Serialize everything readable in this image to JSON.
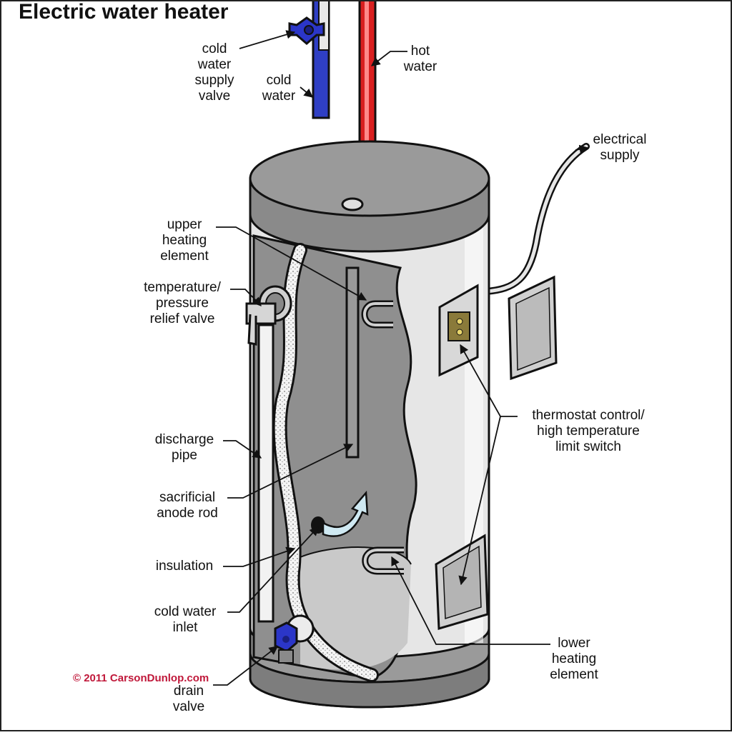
{
  "title": "Electric water heater",
  "copyright": "© 2011 CarsonDunlop.com",
  "labels": {
    "cold_water_supply_valve": "cold\nwater\nsupply\nvalve",
    "cold_water": "cold\nwater",
    "hot_water": "hot\nwater",
    "electrical_supply": "electrical\nsupply",
    "upper_heating_element": "upper\nheating\nelement",
    "tp_relief_valve": "temperature/\npressure\nrelief valve",
    "thermostat": "thermostat control/\nhigh temperature\nlimit switch",
    "discharge_pipe": "discharge\npipe",
    "anode_rod": "sacrificial\nanode rod",
    "insulation": "insulation",
    "cold_water_inlet": "cold water\ninlet",
    "lower_heating_element": "lower\nheating\nelement",
    "drain_valve": "drain\nvalve"
  },
  "colors": {
    "cold_pipe": "#2f3fc4",
    "hot_pipe": "#d81f1f",
    "tank_body": "#e6e6e6",
    "tank_top": "#9a9a9a",
    "cutaway": "#8f8f8f",
    "valve": "#2b36c8",
    "water_arrow": "#cfe9f2",
    "copyright": "#c0183a"
  }
}
